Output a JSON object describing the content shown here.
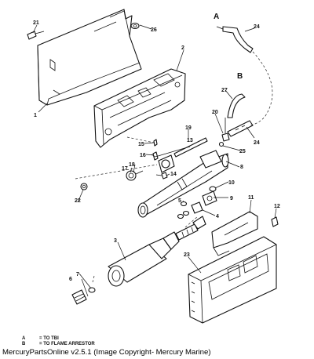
{
  "callouts": [
    "1",
    "2",
    "3",
    "4",
    "5",
    "6",
    "7",
    "8",
    "9",
    "10",
    "11",
    "12",
    "13",
    "14",
    "15",
    "16",
    "17",
    "18",
    "19",
    "20",
    "21",
    "22",
    "23",
    "24",
    "24",
    "25",
    "26",
    "27"
  ],
  "letters": {
    "a": "A",
    "b": "B"
  },
  "legend": [
    {
      "key": "A",
      "eq": "=",
      "text": "TO TBI"
    },
    {
      "key": "B",
      "eq": "=",
      "text": "TO FLAME ARRESTOR"
    }
  ],
  "caption": "MercuryPartsOnline v2.5.1 (Image Copyright- Mercury Marine)"
}
